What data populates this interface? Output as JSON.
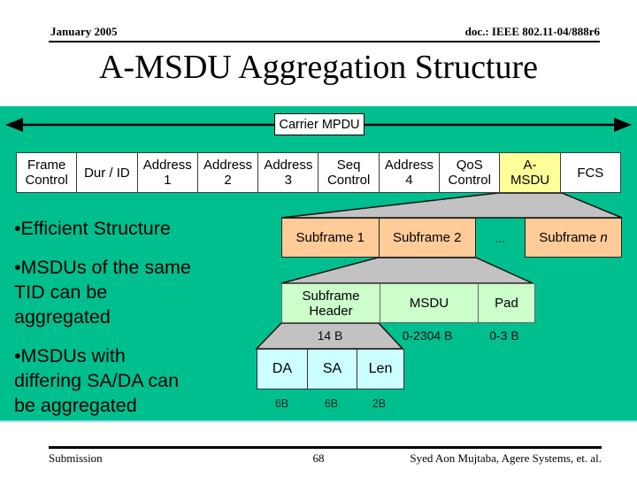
{
  "header": {
    "date": "January 2005",
    "doc": "doc.: IEEE 802.11-04/888r6"
  },
  "title": "A-MSDU Aggregation Structure",
  "colors": {
    "panel_green": "#00bf8f",
    "subframe_orange": "#ffcc99",
    "field_green": "#ccffcc",
    "header_cyan": "#ccffff",
    "amsdu_yellow": "#ffff99",
    "trapezoid_gray": "#c2c2c2",
    "shadow_blue": "#a5dcf2"
  },
  "diagram": {
    "carrier_label": "Carrier MPDU",
    "mpdu_cells": [
      {
        "lines": [
          "Frame",
          "Control"
        ]
      },
      {
        "lines": [
          "Dur / ID"
        ]
      },
      {
        "lines": [
          "Address",
          "1"
        ]
      },
      {
        "lines": [
          "Address",
          "2"
        ]
      },
      {
        "lines": [
          "Address",
          "3"
        ]
      },
      {
        "lines": [
          "Seq",
          "Control"
        ]
      },
      {
        "lines": [
          "Address",
          "4"
        ]
      },
      {
        "lines": [
          "QoS",
          "Control"
        ]
      },
      {
        "lines": [
          "A-",
          "MSDU"
        ]
      },
      {
        "lines": [
          "FCS"
        ]
      }
    ],
    "subframes": {
      "s1": "Subframe 1",
      "s2": "Subframe 2",
      "dots": "...",
      "n_prefix": "Subframe ",
      "n_italic": "n"
    },
    "subframe_fields": [
      {
        "lines": [
          "Subframe",
          "Header"
        ]
      },
      {
        "lines": [
          "MSDU"
        ]
      },
      {
        "lines": [
          "Pad"
        ]
      }
    ],
    "subframe_sizes": [
      "14 B",
      "0-2304 B",
      "0-3 B"
    ],
    "header_fields": [
      "DA",
      "SA",
      "Len"
    ],
    "header_sizes": [
      "6B",
      "6B",
      "2B"
    ]
  },
  "bullets": [
    {
      "lines": [
        "•Efficient Structure"
      ]
    },
    {
      "lines": [
        "•MSDUs of the same",
        "TID can be",
        "aggregated"
      ]
    },
    {
      "lines": [
        "•MSDUs with",
        "differing SA/DA can",
        "be aggregated"
      ]
    }
  ],
  "footer": {
    "left": "Submission",
    "page": "68",
    "right": "Syed Aon Mujtaba, Agere Systems, et. al."
  }
}
